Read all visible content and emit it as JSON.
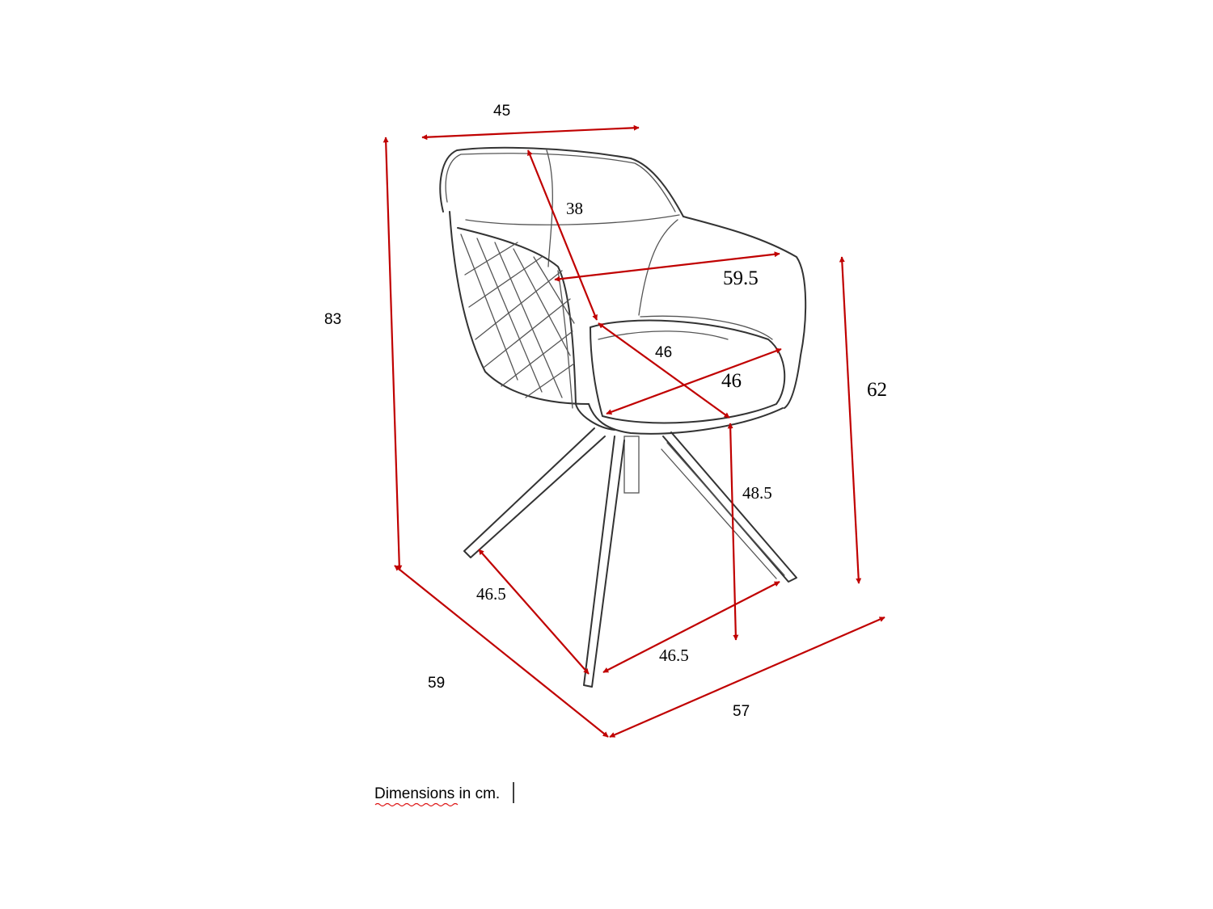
{
  "diagram": {
    "labels": {
      "top_width": "45",
      "backrest_depth": "38",
      "arm_width": "59.5",
      "total_height": "83",
      "seat_depth": "46",
      "seat_width": "46",
      "arm_height": "62",
      "seat_height": "48.5",
      "leg_span_left": "46.5",
      "leg_span_right": "46.5",
      "base_depth": "59",
      "base_width": "57"
    },
    "footnote": "Dimensions in cm.",
    "colors": {
      "arrow": "#c00000",
      "line": "#333333"
    }
  }
}
